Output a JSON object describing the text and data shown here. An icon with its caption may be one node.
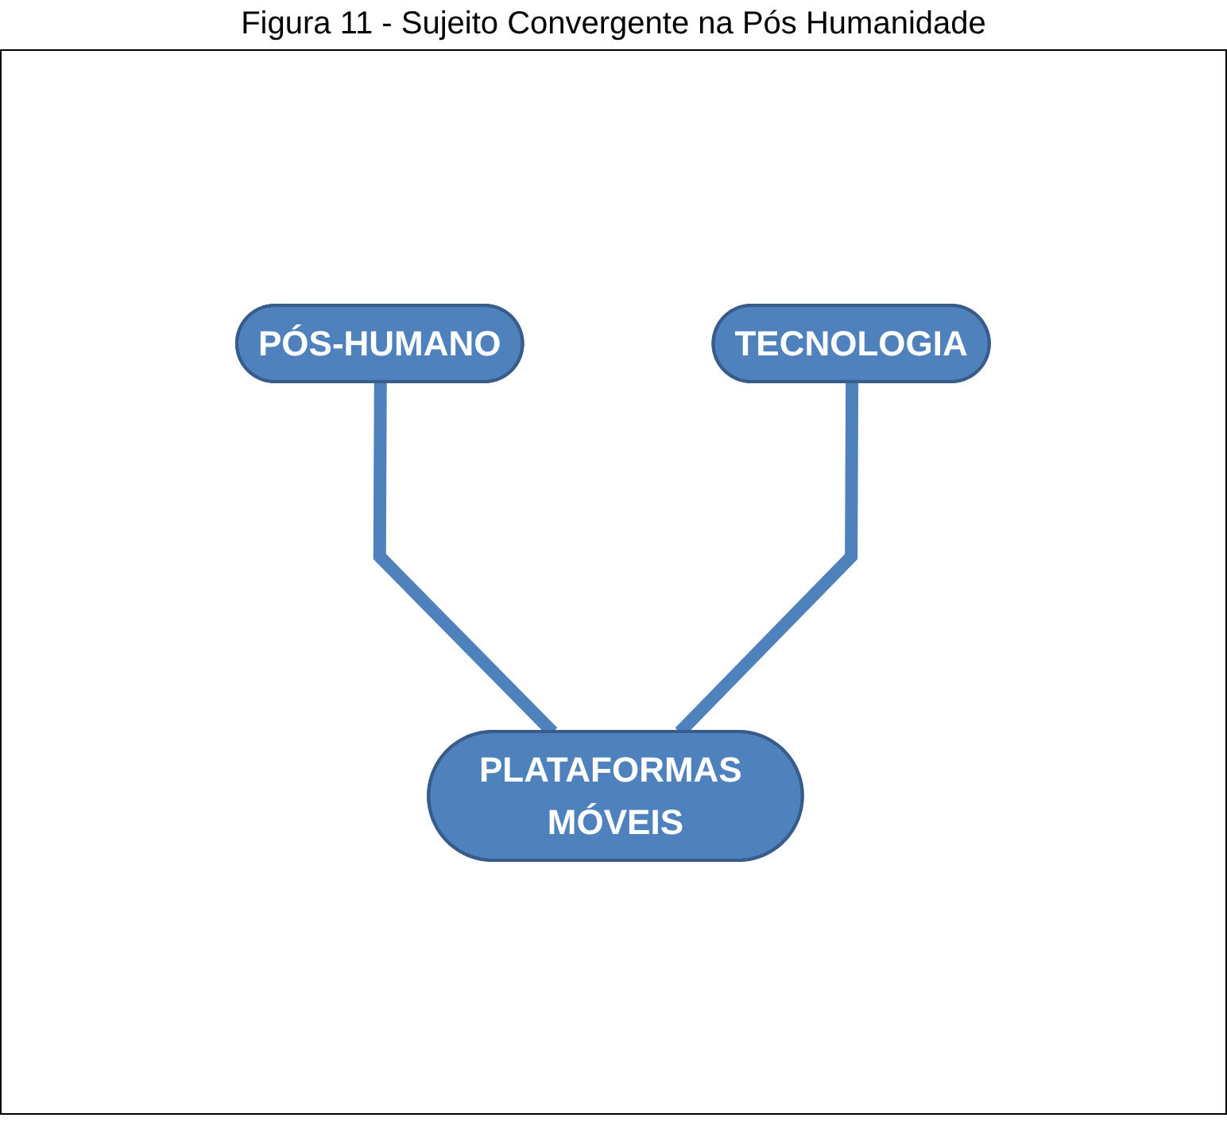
{
  "diagram": {
    "title": "Figura 11 - Sujeito Convergente na Pós Humanidade",
    "nodes": [
      {
        "text": [
          "PÓS-HUMANO"
        ]
      },
      {
        "text": [
          "TECNOLOGIA"
        ]
      },
      {
        "text": [
          "PLATAFORMAS MÓVEIS"
        ]
      }
    ],
    "edges": [
      {
        "from": 0,
        "to": 2,
        "arrow": "none"
      },
      {
        "from": 1,
        "to": 2,
        "arrow": "none"
      }
    ]
  }
}
